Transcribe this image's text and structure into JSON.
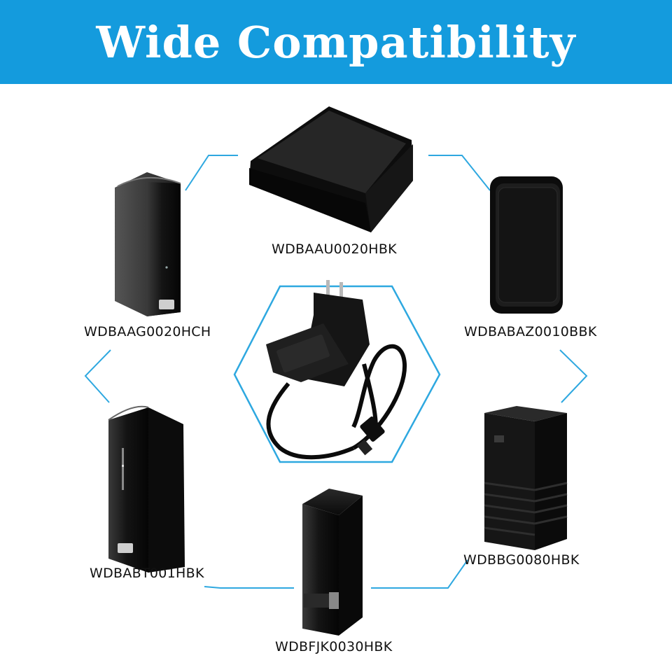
{
  "title": "Wide Compatibility",
  "colors": {
    "banner": "#149bdd",
    "line": "#2ea8e0",
    "device": "#111111"
  },
  "center_product": {
    "icon": "ac-adapter-icon"
  },
  "devices": [
    {
      "model": "WDBAAU0020HBK",
      "icon": "desktop-hard-drive-flat-icon"
    },
    {
      "model": "WDBAAG0020HCH",
      "icon": "tower-hard-drive-icon"
    },
    {
      "model": "WDBABAZ0010BBK",
      "icon": "portable-hard-drive-icon"
    },
    {
      "model": "WDBABT001HBK",
      "icon": "tower-hard-drive-icon"
    },
    {
      "model": "WDBBG0080HBK",
      "icon": "desktop-hard-drive-icon"
    },
    {
      "model": "WDBFJK0030HBK",
      "icon": "book-hard-drive-icon"
    }
  ]
}
